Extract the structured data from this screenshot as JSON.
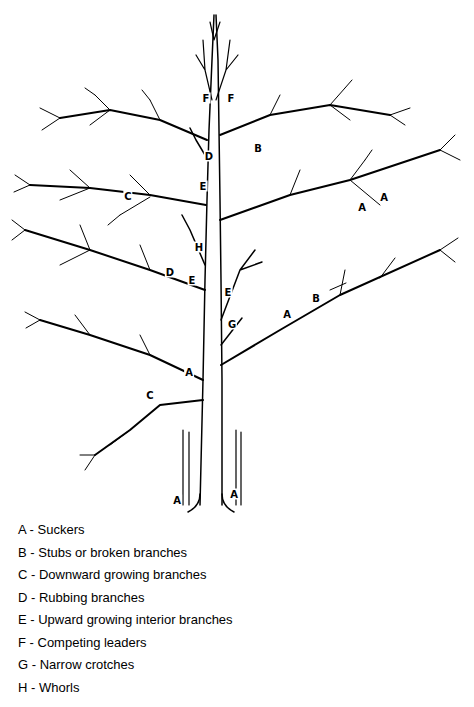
{
  "diagram": {
    "labels": [
      "F",
      "F",
      "D",
      "B",
      "E",
      "C",
      "A",
      "A",
      "H",
      "D",
      "E",
      "E",
      "B",
      "A",
      "G",
      "A",
      "C",
      "A",
      "A",
      "A - Suckers",
      "B - Stubs or broken branches",
      "C - Downward growing branches",
      "D - Rubbing branches",
      "E - Upward growing interior branches",
      "F - Competing leaders",
      "G - Narrow crotches",
      "H - Whorls"
    ]
  }
}
